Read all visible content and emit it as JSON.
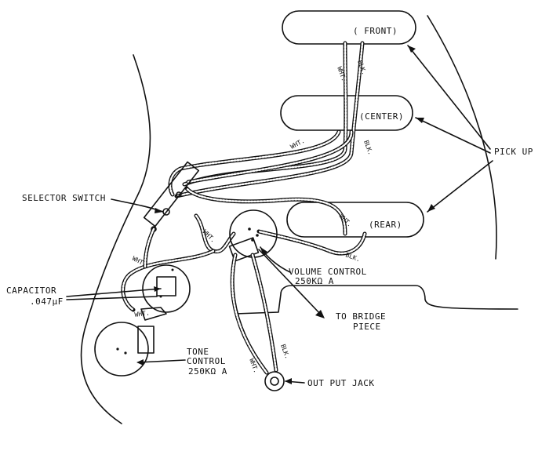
{
  "labels": {
    "front": "( FRONT)",
    "center": "(CENTER)",
    "rear": "(REAR)",
    "pickup": "PICK UP",
    "selector_switch": "SELECTOR SWITCH",
    "capacitor_line1": "CAPACITOR",
    "capacitor_line2": ".047μF",
    "volume_line1": "VOLUME CONTROL",
    "volume_line2": "250KΩ A",
    "bridge_line1": "TO BRIDGE",
    "bridge_line2": "PIECE",
    "tone_line1": "TONE",
    "tone_line2": "CONTROL",
    "tone_line3": "250KΩ A",
    "output_jack": "OUT PUT JACK"
  },
  "wire_labels": {
    "wht": "WHT.",
    "blk": "BLK."
  },
  "colors": {
    "ink": "#111111",
    "background": "#ffffff"
  }
}
